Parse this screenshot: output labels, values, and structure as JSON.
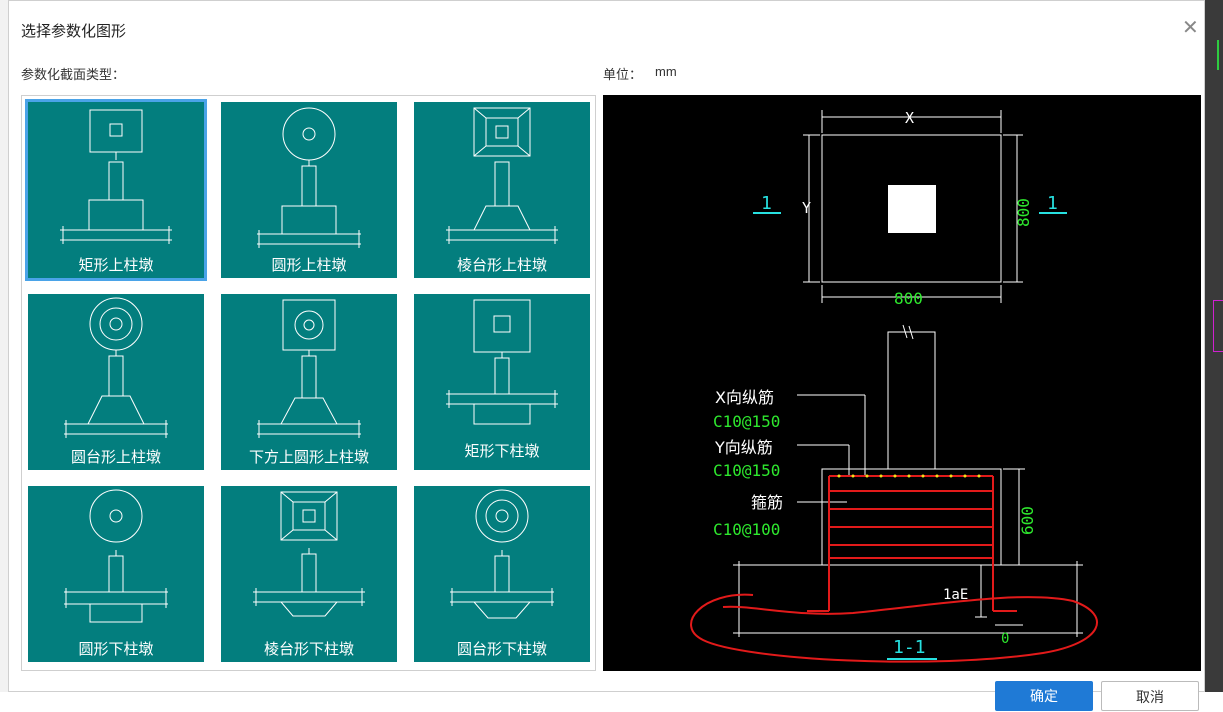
{
  "dialog": {
    "title": "选择参数化图形",
    "close_glyph": "✕",
    "section_label": "参数化截面类型：",
    "unit_label": "单位：",
    "unit_value": "mm"
  },
  "shapes": [
    {
      "label": "矩形上柱墩",
      "selected": true
    },
    {
      "label": "圆形上柱墩"
    },
    {
      "label": "棱台形上柱墩"
    },
    {
      "label": "圆台形上柱墩"
    },
    {
      "label": "下方上圆形上柱墩"
    },
    {
      "label": "矩形下柱墩"
    },
    {
      "label": "圆形下柱墩"
    },
    {
      "label": "棱台形下柱墩"
    },
    {
      "label": "圆台形下柱墩"
    }
  ],
  "preview": {
    "dim_x": "X",
    "dim_y": "Y",
    "dim_width": "800",
    "dim_depth": "800",
    "section_left": "1",
    "section_right": "1",
    "x_rebar_label": "X向纵筋",
    "x_rebar_spec": "C10@150",
    "y_rebar_label": "Y向纵筋",
    "y_rebar_spec": "C10@150",
    "stirrup_label": "箍筋",
    "stirrup_spec": "C10@100",
    "dim_height": "600",
    "anchor_label": "1aE",
    "dim_zero": "0",
    "section_title": "1-1"
  },
  "buttons": {
    "ok": "确定",
    "cancel": "取消"
  },
  "colors": {
    "tile_bg": "#037e7e",
    "selected_border": "#4aa3e8",
    "cad_green": "#2ee82e",
    "cad_cyan": "#27e0e0",
    "annotation_red": "#e21a1a"
  }
}
